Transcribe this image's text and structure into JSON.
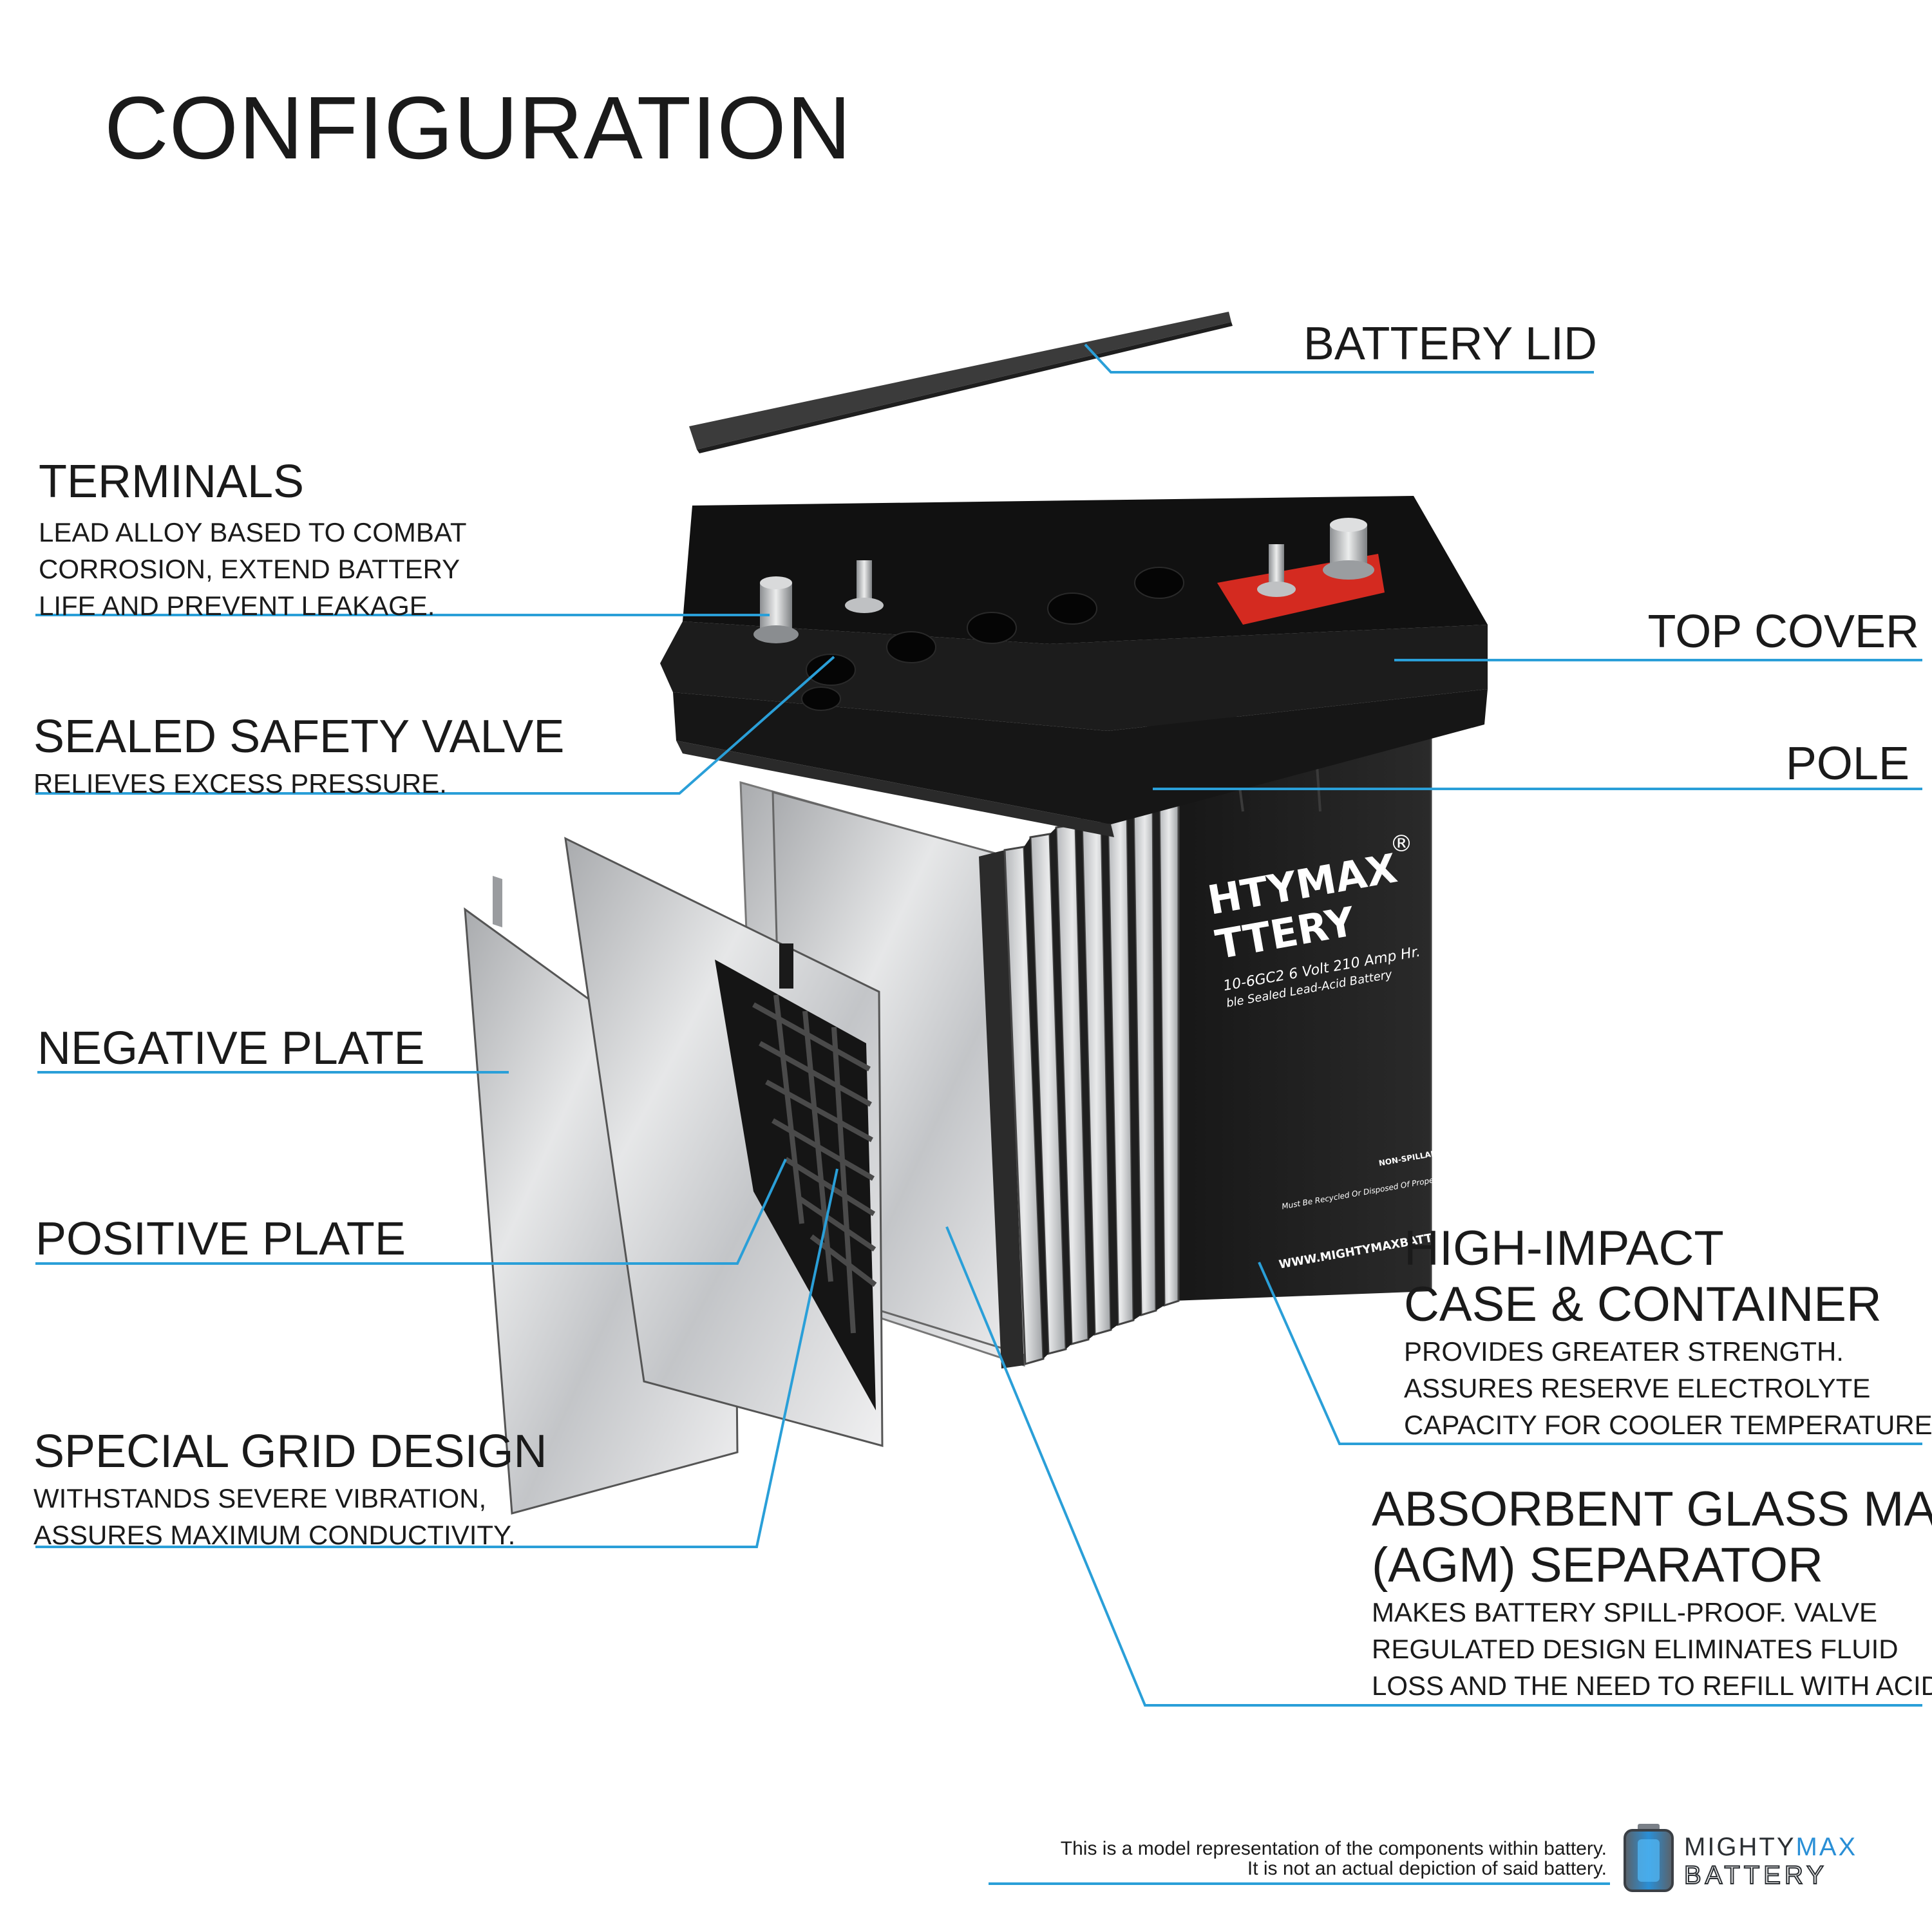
{
  "title": "CONFIGURATION",
  "labels": {
    "battery_lid": "BATTERY LID",
    "terminals": {
      "heading": "TERMINALS",
      "desc": [
        "LEAD ALLOY BASED TO COMBAT",
        "CORROSION,  EXTEND BATTERY",
        "LIFE AND PREVENT LEAKAGE."
      ]
    },
    "top_cover": "TOP COVER",
    "sealed_safety_valve": {
      "heading": "SEALED SAFETY VALVE",
      "desc": [
        "RELIEVES EXCESS PRESSURE."
      ]
    },
    "pole": "POLE",
    "negative_plate": "NEGATIVE PLATE",
    "positive_plate": "POSITIVE PLATE",
    "special_grid": {
      "heading": "SPECIAL GRID DESIGN",
      "desc": [
        "WITHSTANDS SEVERE VIBRATION,",
        "ASSURES MAXIMUM CONDUCTIVITY."
      ]
    },
    "case": {
      "heading": [
        "HIGH-IMPACT",
        "CASE & CONTAINER"
      ],
      "desc": [
        "PROVIDES GREATER STRENGTH.",
        "ASSURES RESERVE ELECTROLYTE",
        "CAPACITY FOR COOLER TEMPERATURES."
      ]
    },
    "agm": {
      "heading": [
        "ABSORBENT GLASS MAT",
        "(AGM) SEPARATOR"
      ],
      "desc": [
        "MAKES BATTERY SPILL-PROOF. VALVE",
        "REGULATED DESIGN ELIMINATES FLUID",
        "LOSS AND THE NEED TO REFILL WITH ACID."
      ]
    }
  },
  "battery_print": {
    "brand_line1": "HTYMAX",
    "brand_line2": "TTERY",
    "registered": "®",
    "model": "10-6GC2   6 Volt 210 Amp Hr.",
    "type": "ble Sealed Lead-Acid Battery",
    "recycle": "Must Be Recycled Or Disposed Of Properly",
    "nonspill": "NON-SPILLABLE",
    "website": "WWW.MIGHTYMAXBATTERY.COM"
  },
  "disclaimer": [
    "This is a model representation of the components within battery.",
    "It is not an actual depiction of said battery."
  ],
  "logo": {
    "line1_a": "MIGHTY",
    "line1_b": "MAX",
    "line2": "BATTERY"
  },
  "colors": {
    "leader": "#2a9fd8",
    "accent": "#2a8fd6",
    "terminal_red": "#d42a20"
  }
}
